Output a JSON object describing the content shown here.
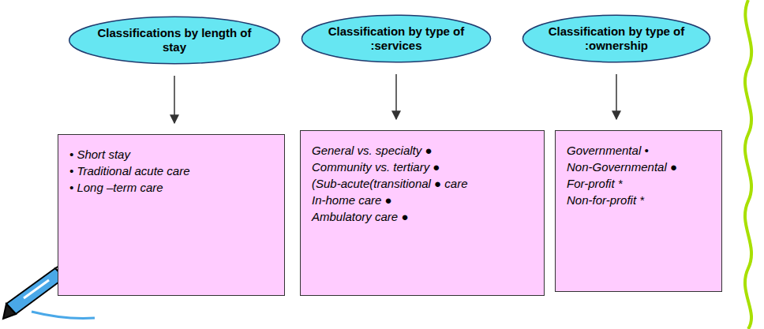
{
  "diagram": {
    "nodes": [
      {
        "text": [
          "Classifications by length of stay"
        ]
      },
      {
        "text": [
          "• Short stay",
          "• Traditional acute care",
          "• Long –term care"
        ]
      },
      {
        "text": [
          "Classification by type of :services"
        ]
      },
      {
        "text": [
          "General vs. specialty ●",
          "Community vs. tertiary ●",
          "(Sub-acute(transitional ● care",
          "In-home care ●",
          "Ambulatory care ●"
        ]
      },
      {
        "text": [
          "Classification by type of :ownership"
        ]
      },
      {
        "text": [
          "Governmental •",
          "Non-Governmental ●",
          "For-profit *",
          "Non-for-profit *"
        ]
      }
    ],
    "edges": [
      {
        "from": 0,
        "to": 1,
        "arrow": "to"
      },
      {
        "from": 2,
        "to": 3,
        "arrow": "to"
      },
      {
        "from": 4,
        "to": 5,
        "arrow": "to"
      }
    ]
  }
}
